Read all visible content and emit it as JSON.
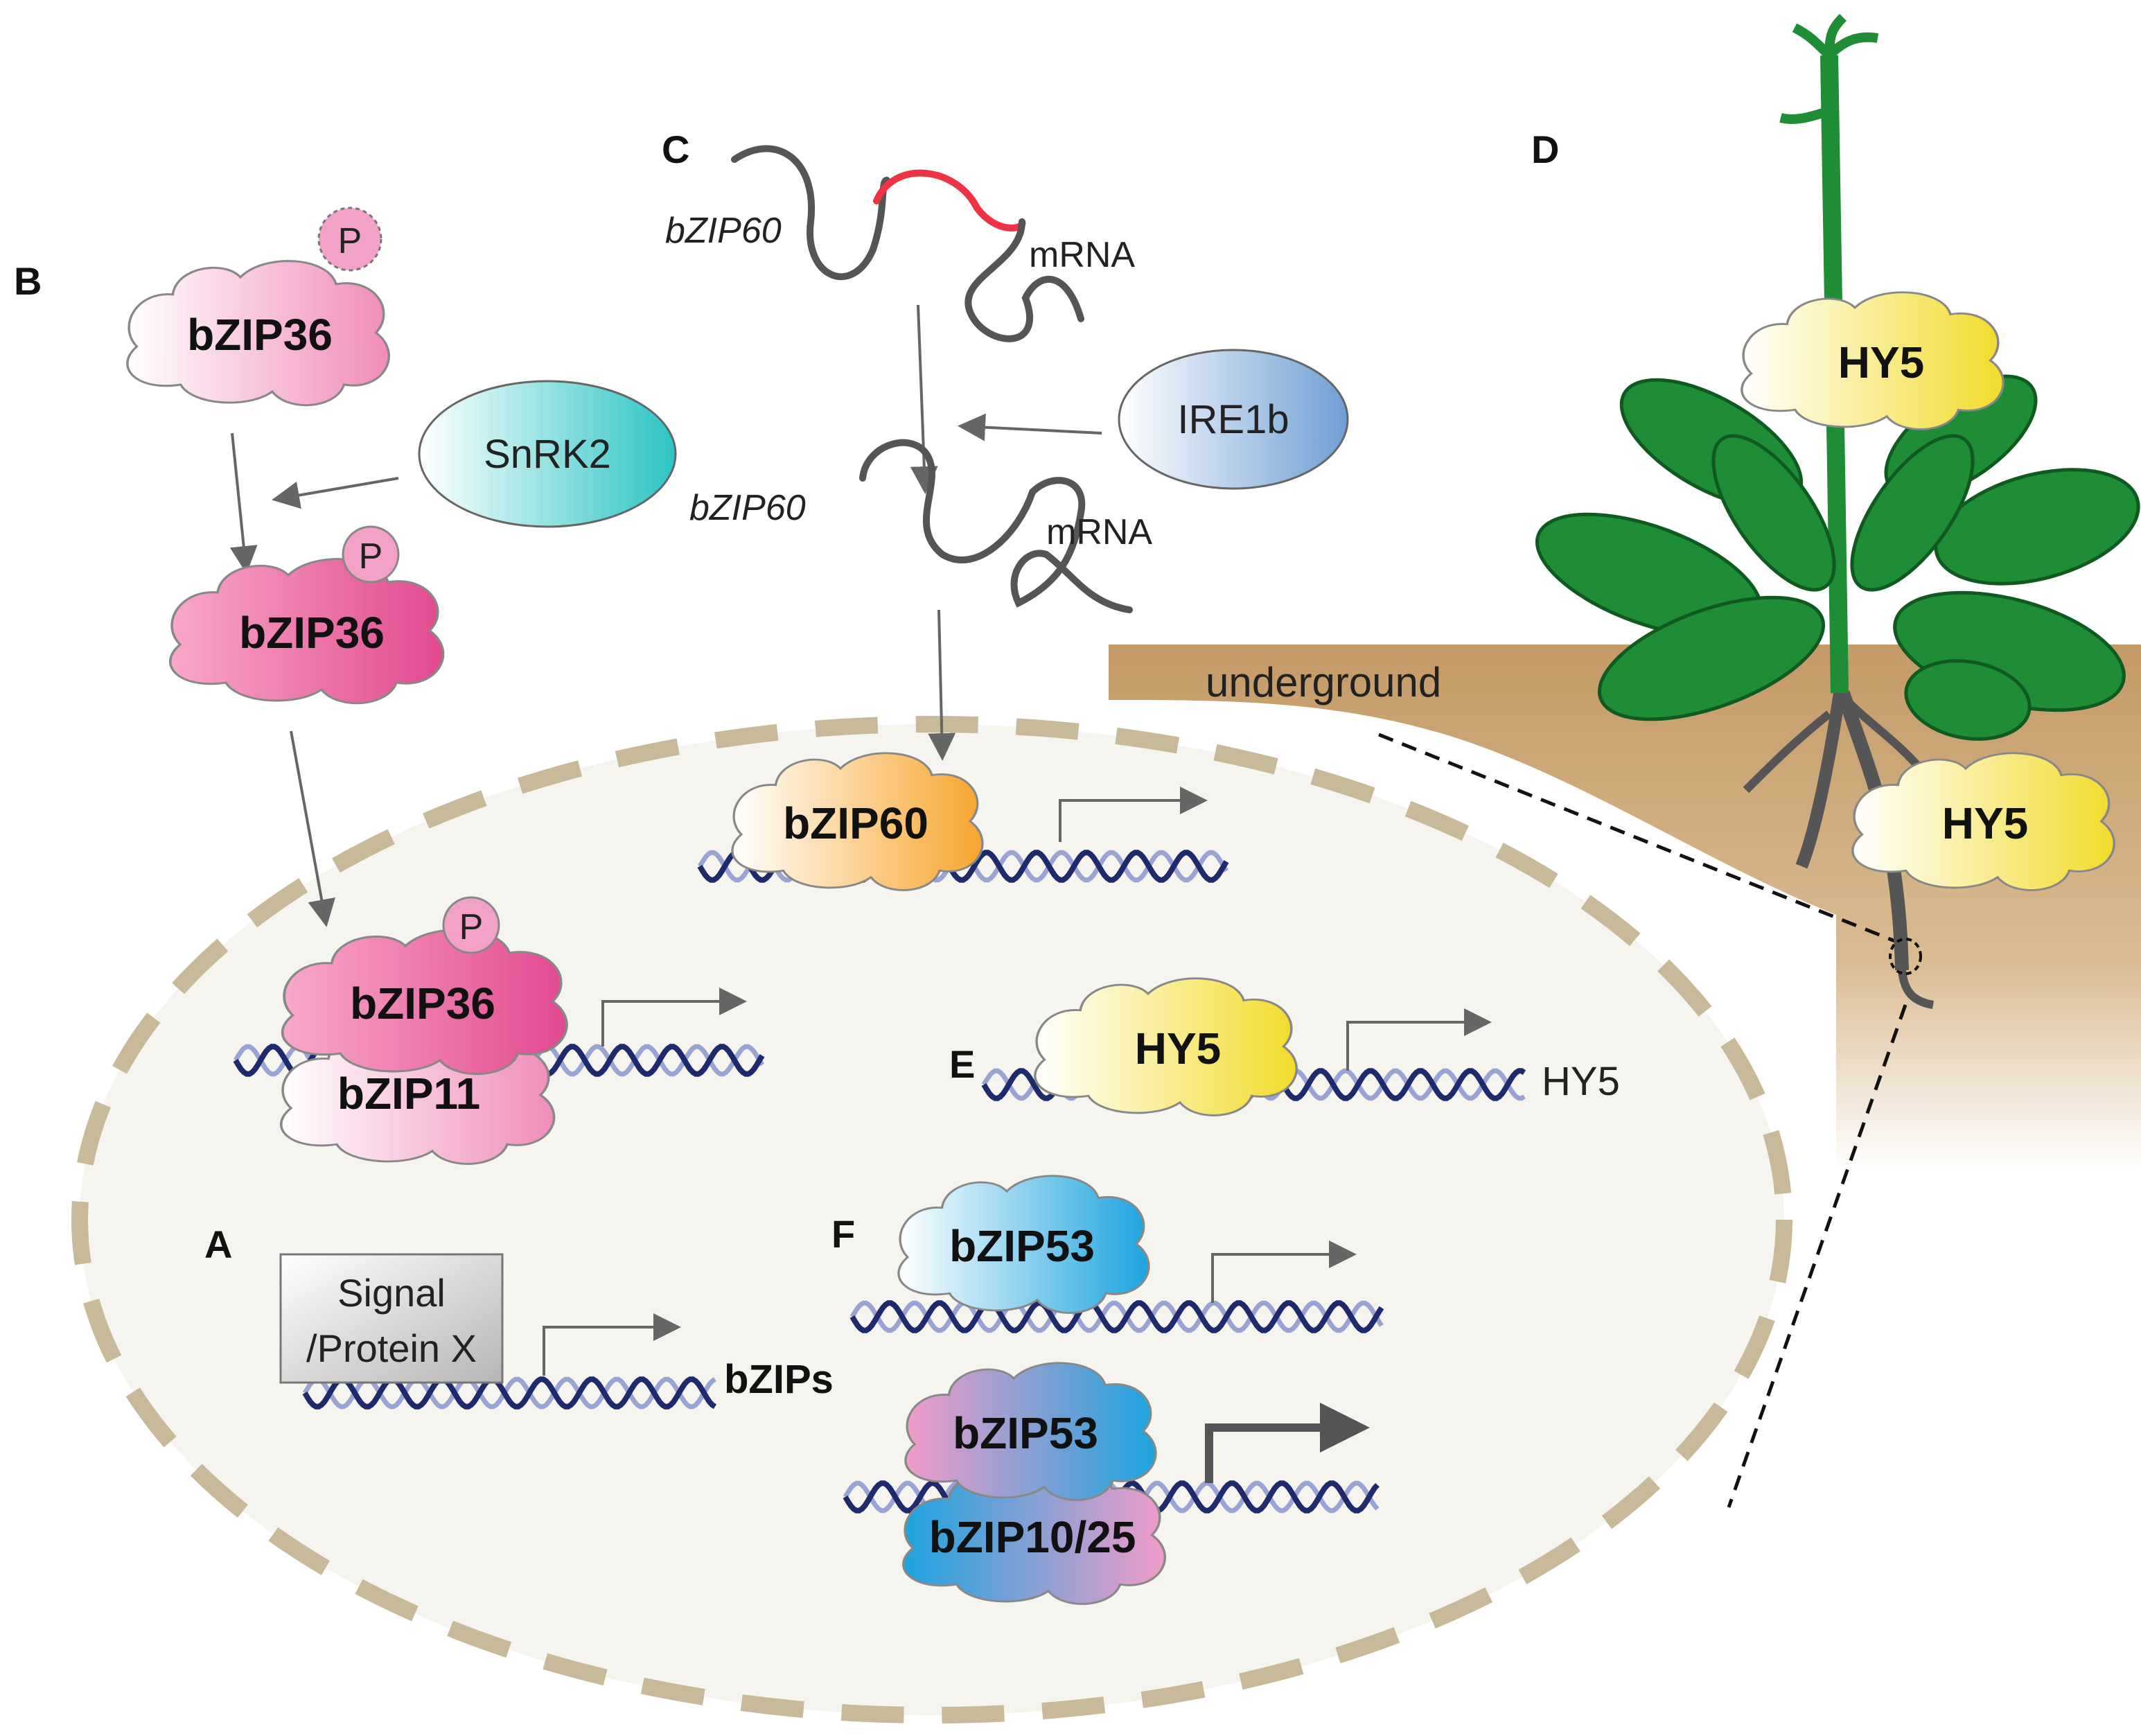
{
  "panels": {
    "a": "A",
    "b": "B",
    "c": "C",
    "d": "D",
    "e": "E",
    "f": "F"
  },
  "phospho": {
    "label": "P"
  },
  "proteins": {
    "bzip36": "bZIP36",
    "bzip11": "bZIP11",
    "bzip60": "bZIP60",
    "hy5": "HY5",
    "bzip53": "bZIP53",
    "bzip1025": "bZIP10/25"
  },
  "kinases": {
    "snrk2": "SnRK2",
    "ire1b": "IRE1b"
  },
  "mrna": {
    "gene": "bZIP60",
    "label": "mRNA"
  },
  "signal_box": {
    "line1": "Signal",
    "line2": "/Protein X"
  },
  "targets": {
    "bzips": "bZIPs",
    "hy5_gene": "HY5"
  },
  "soil": {
    "label": "underground"
  },
  "colors": {
    "nucleus_fill": "#f6f4ee",
    "nucleus_border": "#c8b99a",
    "soil": "#c49a66",
    "leaf": "#1f8c36",
    "dna": "#1e2a6b",
    "arrow": "#666666",
    "mrna_spliced_intron": "#ee3344"
  }
}
